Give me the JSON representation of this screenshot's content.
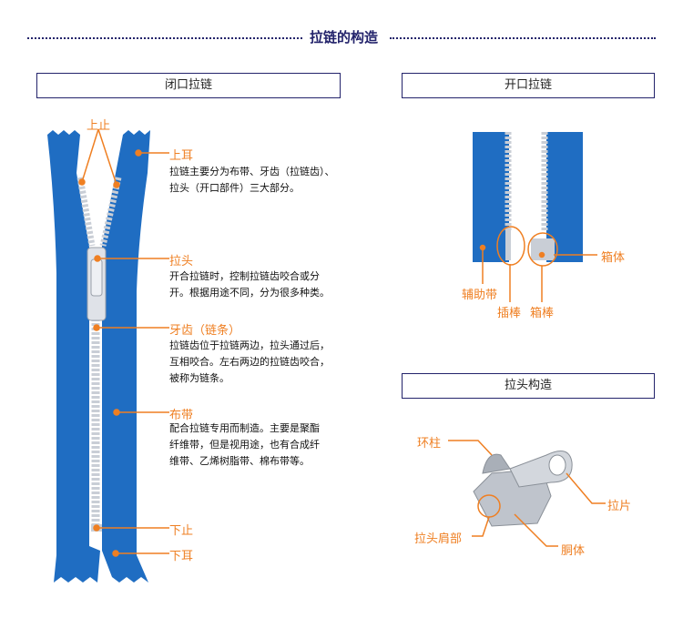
{
  "title": "拉链的构造",
  "colors": {
    "tape": "#1f6dc2",
    "accent": "#ef7f22",
    "frame": "#23236b",
    "teeth": "#c9ced6"
  },
  "closed_zipper": {
    "heading": "闭口拉链",
    "top_stop": "上止",
    "parts": [
      {
        "label": "上耳",
        "desc": [
          "拉链主要分为布带、牙齿（拉链齿）、",
          "拉头（开口部件）三大部分。"
        ]
      },
      {
        "label": "拉头",
        "desc": [
          "开合拉链时，控制拉链齿咬合或分",
          "开。根据用途不同，分为很多种类。"
        ]
      },
      {
        "label": "牙齿（链条）",
        "desc": [
          "拉链齿位于拉链两边，拉头通过后，",
          "互相咬合。左右两边的拉链齿咬合，",
          "被称为链条。"
        ]
      },
      {
        "label": "布带",
        "desc": [
          "配合拉链专用而制造。主要是聚酯",
          "纤维带，但是视用途，也有合成纤",
          "维带、乙烯树脂带、棉布带等。"
        ]
      },
      {
        "label": "下止",
        "desc": []
      },
      {
        "label": "下耳",
        "desc": []
      }
    ]
  },
  "open_zipper": {
    "heading": "开口拉链",
    "labels": {
      "aux_tape": "辅助带",
      "insert_pin": "插棒",
      "box_pin": "箱棒",
      "box": "箱体"
    }
  },
  "slider": {
    "heading": "拉头构造",
    "labels": {
      "ring": "环柱",
      "pull_tab": "拉片",
      "shoulder": "拉头肩部",
      "body": "胴体"
    }
  }
}
